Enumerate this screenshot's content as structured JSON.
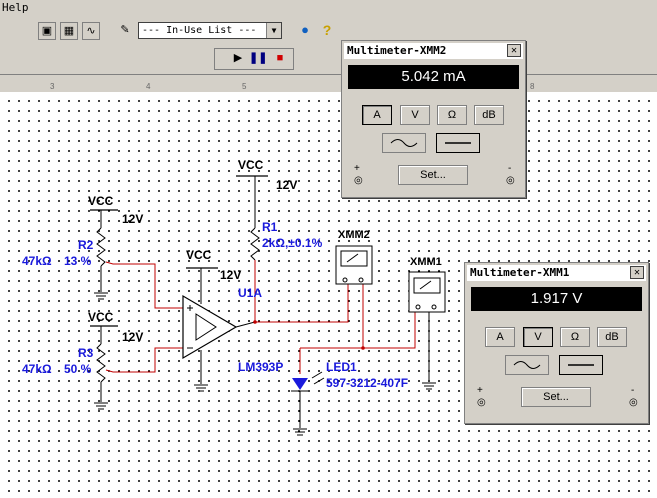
{
  "menu": {
    "help": "Help"
  },
  "toolbar": {
    "in_use_list": "--- In-Use List ---"
  },
  "multimeter1": {
    "title": "Multimeter-XMM2",
    "reading": "5.042 mA",
    "buttons": [
      "A",
      "V",
      "Ω",
      "dB"
    ],
    "active": "A",
    "set_label": "Set...",
    "plus": "+",
    "minus": "-"
  },
  "multimeter2": {
    "title": "Multimeter-XMM1",
    "reading": "1.917 V",
    "buttons": [
      "A",
      "V",
      "Ω",
      "dB"
    ],
    "active": "V",
    "set_label": "Set...",
    "plus": "+",
    "minus": "-"
  },
  "schematic": {
    "vcc": "VCC",
    "v12": "12V",
    "r1": "R1",
    "r1_value": "2kΩ,±0.1%",
    "r2": "R2",
    "r2_value": "47kΩ",
    "r2_pct": "13 %",
    "r3": "R3",
    "r3_value": "47kΩ",
    "r3_pct": "50 %",
    "u1": "U1A",
    "u1_part": "LM393P",
    "led": "LED1",
    "led_part": "597-3212-407F",
    "xmm1": "XMM1",
    "xmm2": "XMM2"
  },
  "ruler": [
    "3",
    "4",
    "5",
    "8"
  ]
}
